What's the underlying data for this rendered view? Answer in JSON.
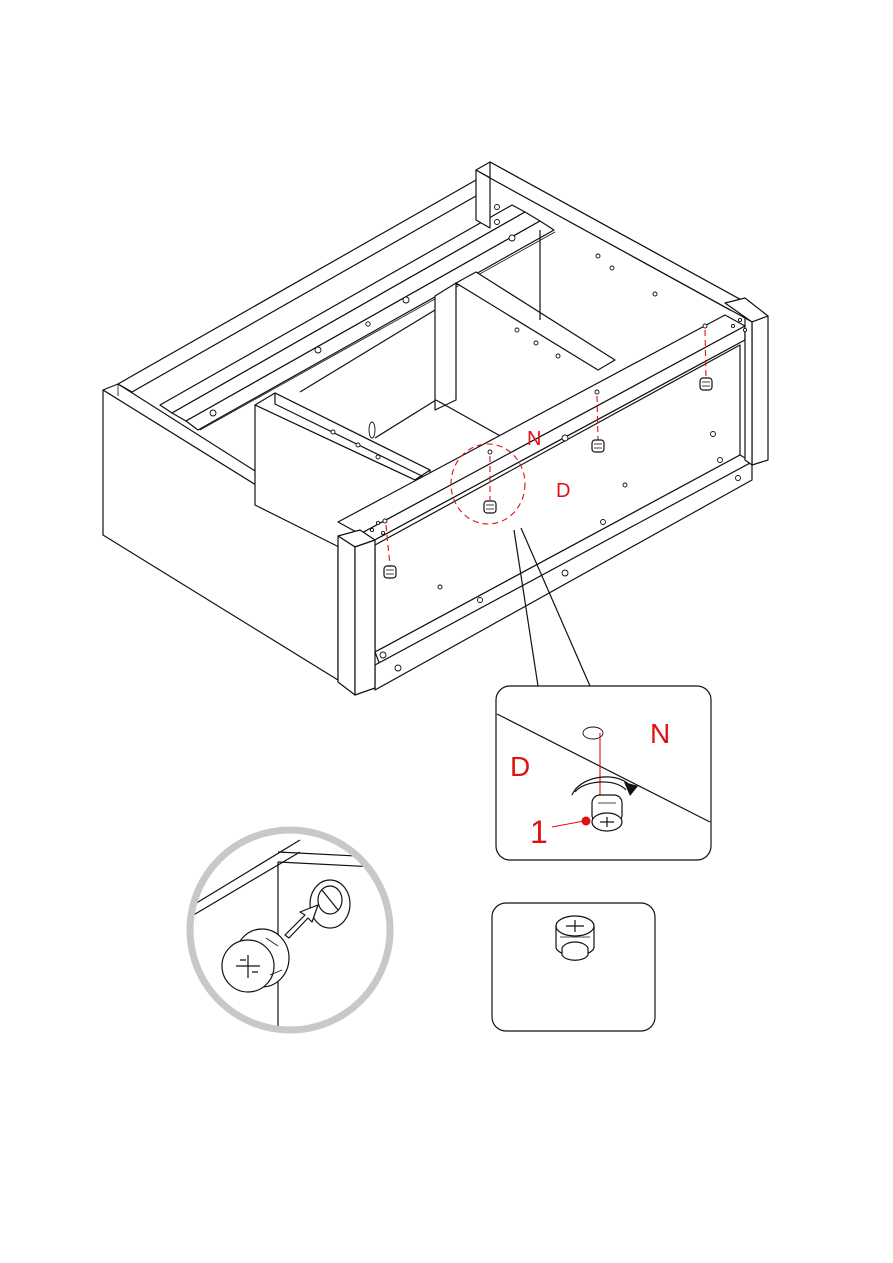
{
  "labels": {
    "panel_n": "N",
    "panel_d": "D",
    "detail_n": "N",
    "detail_d": "D",
    "part_number": "1"
  },
  "colors": {
    "label_red": "#e01010",
    "line": "#111111",
    "magnifier_ring": "#c8c8c8"
  },
  "icons": [
    "cam-lock-fitting-icon",
    "rotate-arrow-icon",
    "insert-arrow-icon"
  ]
}
